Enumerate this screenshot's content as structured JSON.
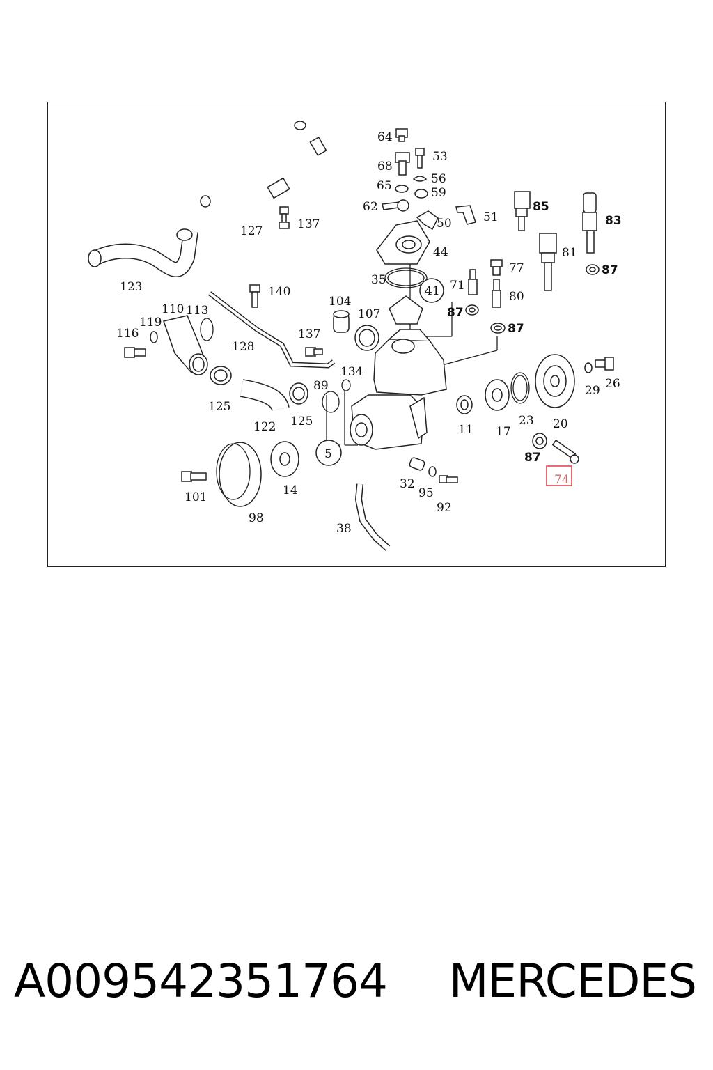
{
  "diagram": {
    "labels": [
      {
        "id": "64",
        "text": "64"
      },
      {
        "id": "53",
        "text": "53"
      },
      {
        "id": "68",
        "text": "68"
      },
      {
        "id": "56",
        "text": "56"
      },
      {
        "id": "65",
        "text": "65"
      },
      {
        "id": "59",
        "text": "59"
      },
      {
        "id": "62",
        "text": "62"
      },
      {
        "id": "50",
        "text": "50"
      },
      {
        "id": "51",
        "text": "51"
      },
      {
        "id": "85",
        "text": "85"
      },
      {
        "id": "83",
        "text": "83"
      },
      {
        "id": "44",
        "text": "44"
      },
      {
        "id": "81",
        "text": "81"
      },
      {
        "id": "87a",
        "text": "87"
      },
      {
        "id": "77",
        "text": "77"
      },
      {
        "id": "127",
        "text": "127"
      },
      {
        "id": "137a",
        "text": "137"
      },
      {
        "id": "123",
        "text": "123"
      },
      {
        "id": "35",
        "text": "35"
      },
      {
        "id": "41",
        "text": "41"
      },
      {
        "id": "71",
        "text": "71"
      },
      {
        "id": "80",
        "text": "80"
      },
      {
        "id": "140",
        "text": "140"
      },
      {
        "id": "104",
        "text": "104"
      },
      {
        "id": "87b",
        "text": "87"
      },
      {
        "id": "87c",
        "text": "87"
      },
      {
        "id": "110",
        "text": "110"
      },
      {
        "id": "113",
        "text": "113"
      },
      {
        "id": "107",
        "text": "107"
      },
      {
        "id": "119",
        "text": "119"
      },
      {
        "id": "116",
        "text": "116"
      },
      {
        "id": "137b",
        "text": "137"
      },
      {
        "id": "128",
        "text": "128"
      },
      {
        "id": "134",
        "text": "134"
      },
      {
        "id": "89",
        "text": "89"
      },
      {
        "id": "29",
        "text": "29"
      },
      {
        "id": "26",
        "text": "26"
      },
      {
        "id": "125a",
        "text": "125"
      },
      {
        "id": "11",
        "text": "11"
      },
      {
        "id": "17",
        "text": "17"
      },
      {
        "id": "23",
        "text": "23"
      },
      {
        "id": "20",
        "text": "20"
      },
      {
        "id": "122",
        "text": "122"
      },
      {
        "id": "125b",
        "text": "125"
      },
      {
        "id": "5",
        "text": "5"
      },
      {
        "id": "87d",
        "text": "87"
      },
      {
        "id": "101",
        "text": "101"
      },
      {
        "id": "14",
        "text": "14"
      },
      {
        "id": "32",
        "text": "32"
      },
      {
        "id": "95",
        "text": "95"
      },
      {
        "id": "92",
        "text": "92"
      },
      {
        "id": "74",
        "text": "74"
      },
      {
        "id": "98",
        "text": "98"
      },
      {
        "id": "38",
        "text": "38"
      }
    ],
    "highlighted_part": "74",
    "highlight_color": "#e0484f"
  },
  "footer": {
    "part_number": "A009542351764",
    "brand": "MERCEDES"
  }
}
